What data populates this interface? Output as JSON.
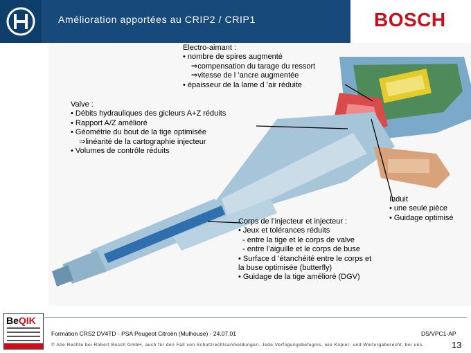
{
  "header": {
    "title": "Amélioration apportées au CRIP2 / CRIP1",
    "brand": "BOSCH"
  },
  "annotations": {
    "electro": {
      "title": "Electro-aimant :",
      "l1": "• nombre de spires augmenté",
      "l2": "⇒compensation du tarage du ressort",
      "l3": "⇒vitesse de l ’ancre augmentée",
      "l4": "• épaisseur de la lame d ’air réduite"
    },
    "valve": {
      "title": "Valve :",
      "l1": "• Débits hydrauliques des gicleurs A+Z réduits",
      "l2": "• Rapport A/Z amélioré",
      "l3": "• Géométrie du bout de la tige optimisée",
      "l4": "⇒linéarité de la cartographie injecteur",
      "l5": "• Volumes de contrôle réduits"
    },
    "induit": {
      "title": "Induit",
      "l1": "• une seule pièce",
      "l2": "• Guidage optimisé"
    },
    "corps": {
      "title": "Corps de l’injecteur et injecteur :",
      "l1": "• Jeux et tolérances réduits",
      "l2": "- entre la tige et le corps de valve",
      "l3": "- entre l’aiguille et le corps de buse",
      "l4": "• Surface d ’étanchéité entre le corps et",
      "l5": "la buse optimisée (butterfly)",
      "l6": "• Guidage de la tige amélioré (DGV)"
    }
  },
  "badge": {
    "title_a": "Be",
    "title_b": "QIK"
  },
  "footer": {
    "left": "Formation CRS2 DV4TD - PSA Peugeot Citroën (Mulhouse) - 24.07.01",
    "right": "DS/VPC1-AP",
    "copyright": "© Alle Rechte bei Robert Bosch GmbH, auch für den Fall von Schutzrechtsanmeldungen. Jede Verfügungsbefugnis, wie Kopier- und Weitergaberecht, bei uns.",
    "page": "13"
  },
  "colors": {
    "header_band": "#17497a",
    "brand_red": "#c8101c",
    "injector_body": "#a7c5d8",
    "injector_bore": "#2f6fae",
    "valve_red": "#d94a4a",
    "spring_yellow": "#e3cc2a",
    "connector_tan": "#d8a27a",
    "housing_green": "#4f8a5a"
  }
}
